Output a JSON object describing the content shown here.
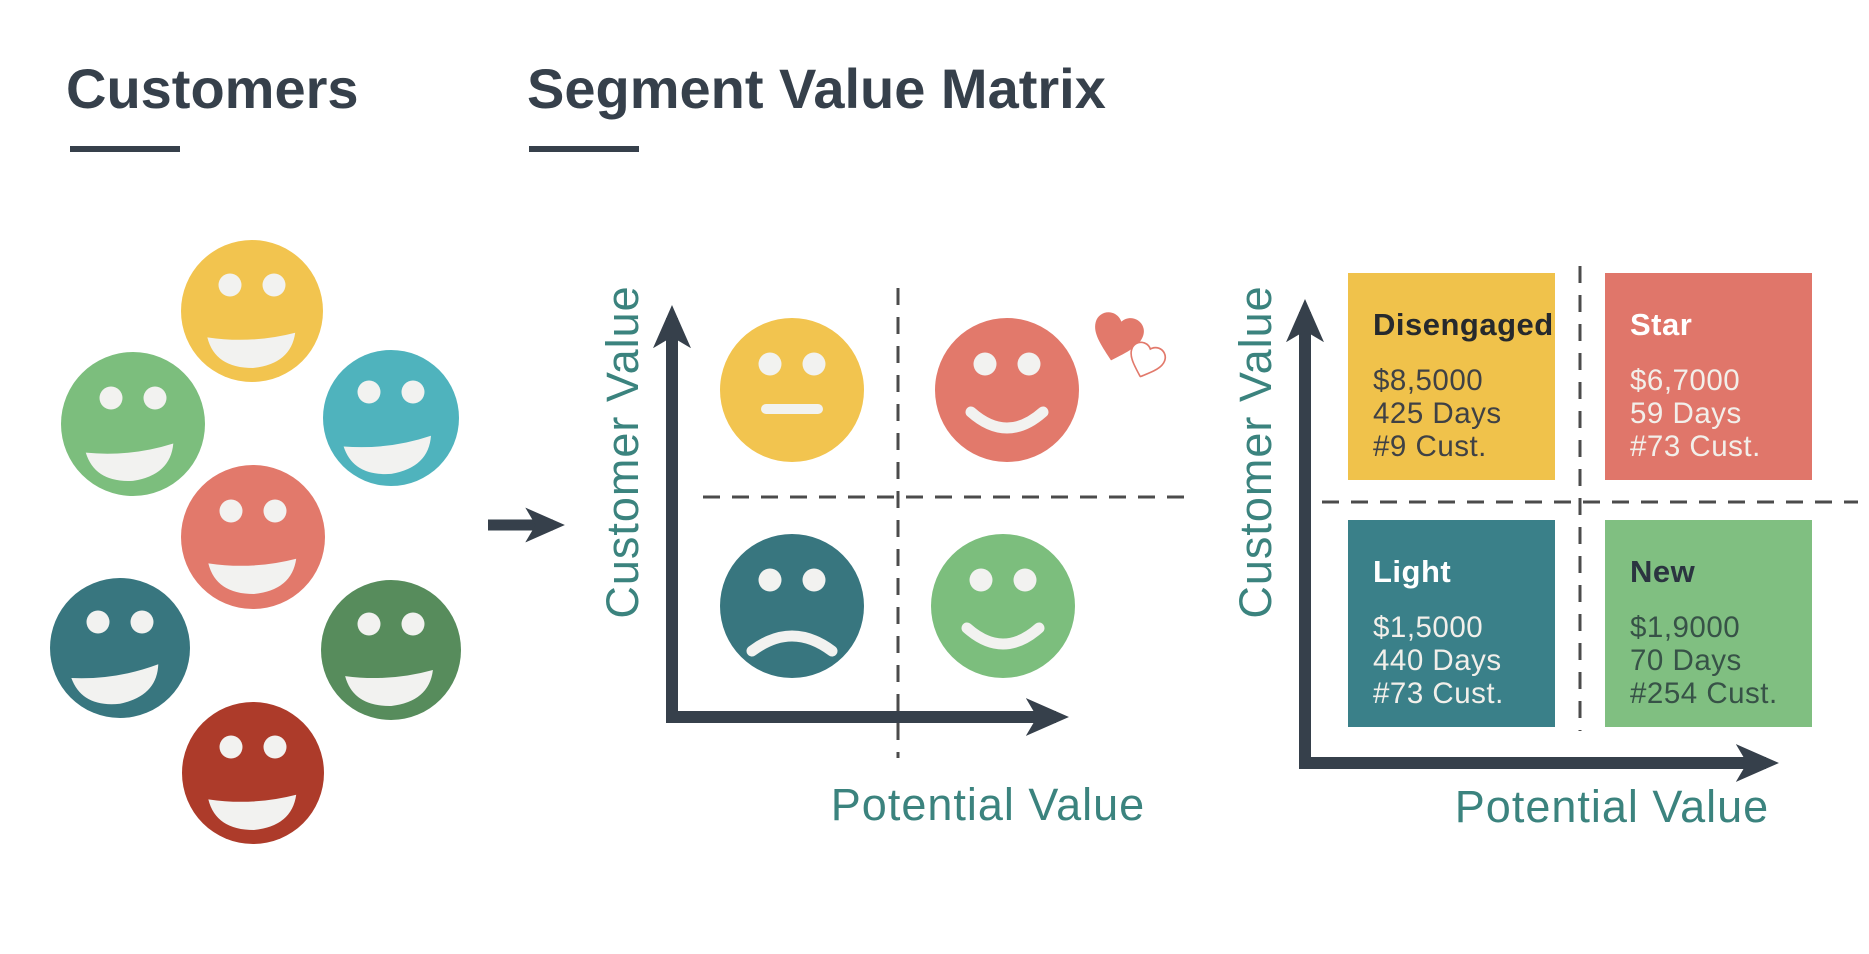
{
  "palette": {
    "slate": "#36404B",
    "teal_text": "#3B837E",
    "yellow": "#F2C44F",
    "salmon": "#E2796B",
    "cyan": "#4FB3BD",
    "green_light": "#7CBE7D",
    "teal_dark": "#38767F",
    "green_dark": "#578C5C",
    "red_dark": "#AD3B2A",
    "dash_gray": "#4B4B4B",
    "eye_white": "#F2F2F0",
    "card_title_dark": "#26292D",
    "card_value_dark": "#3F4145",
    "card_title_light": "#FFFFFF",
    "card_value_light": "#F2EFEA",
    "new_title": "#2B3440",
    "new_value": "#375247"
  },
  "customers_section": {
    "title": "Customers",
    "faces": [
      {
        "color_name": "yellow",
        "color": "#F2C44F",
        "expression": "happy"
      },
      {
        "color_name": "light-green",
        "color": "#7CBE7D",
        "expression": "happy"
      },
      {
        "color_name": "cyan",
        "color": "#4FB3BD",
        "expression": "happy"
      },
      {
        "color_name": "salmon",
        "color": "#E2796B",
        "expression": "happy"
      },
      {
        "color_name": "dark-teal",
        "color": "#38767F",
        "expression": "happy"
      },
      {
        "color_name": "dark-green",
        "color": "#578C5C",
        "expression": "happy"
      },
      {
        "color_name": "dark-red",
        "color": "#AD3B2A",
        "expression": "happy"
      }
    ]
  },
  "connector": {
    "icon": "right-arrow"
  },
  "matrix_faces": {
    "title": "Segment Value Matrix",
    "y_axis_label": "Customer Value",
    "x_axis_label": "Potential Value",
    "quadrants": [
      {
        "position": "top-left",
        "expression": "neutral",
        "color": "#F2C44F"
      },
      {
        "position": "top-right",
        "expression": "in-love",
        "color": "#E2796B"
      },
      {
        "position": "bottom-left",
        "expression": "sad",
        "color": "#38767F"
      },
      {
        "position": "bottom-right",
        "expression": "happy",
        "color": "#7CBE7D"
      }
    ]
  },
  "matrix_cards": {
    "y_axis_label": "Customer Value",
    "x_axis_label": "Potential Value",
    "cards": [
      {
        "position": "top-left",
        "title": "Disengaged",
        "value": "$8,5000",
        "days": "425 Days",
        "customers": "#9 Cust.",
        "color": "#F0C24B"
      },
      {
        "position": "top-right",
        "title": "Star",
        "value": "$6,7000",
        "days": "59 Days",
        "customers": "#73 Cust.",
        "color": "#E0766A"
      },
      {
        "position": "bottom-left",
        "title": "Light",
        "value": "$1,5000",
        "days": "440 Days",
        "customers": "#73 Cust.",
        "color": "#3A8089"
      },
      {
        "position": "bottom-right",
        "title": "New",
        "value": "$1,9000",
        "days": "70 Days",
        "customers": "#254 Cust.",
        "color": "#80BF81"
      }
    ]
  }
}
